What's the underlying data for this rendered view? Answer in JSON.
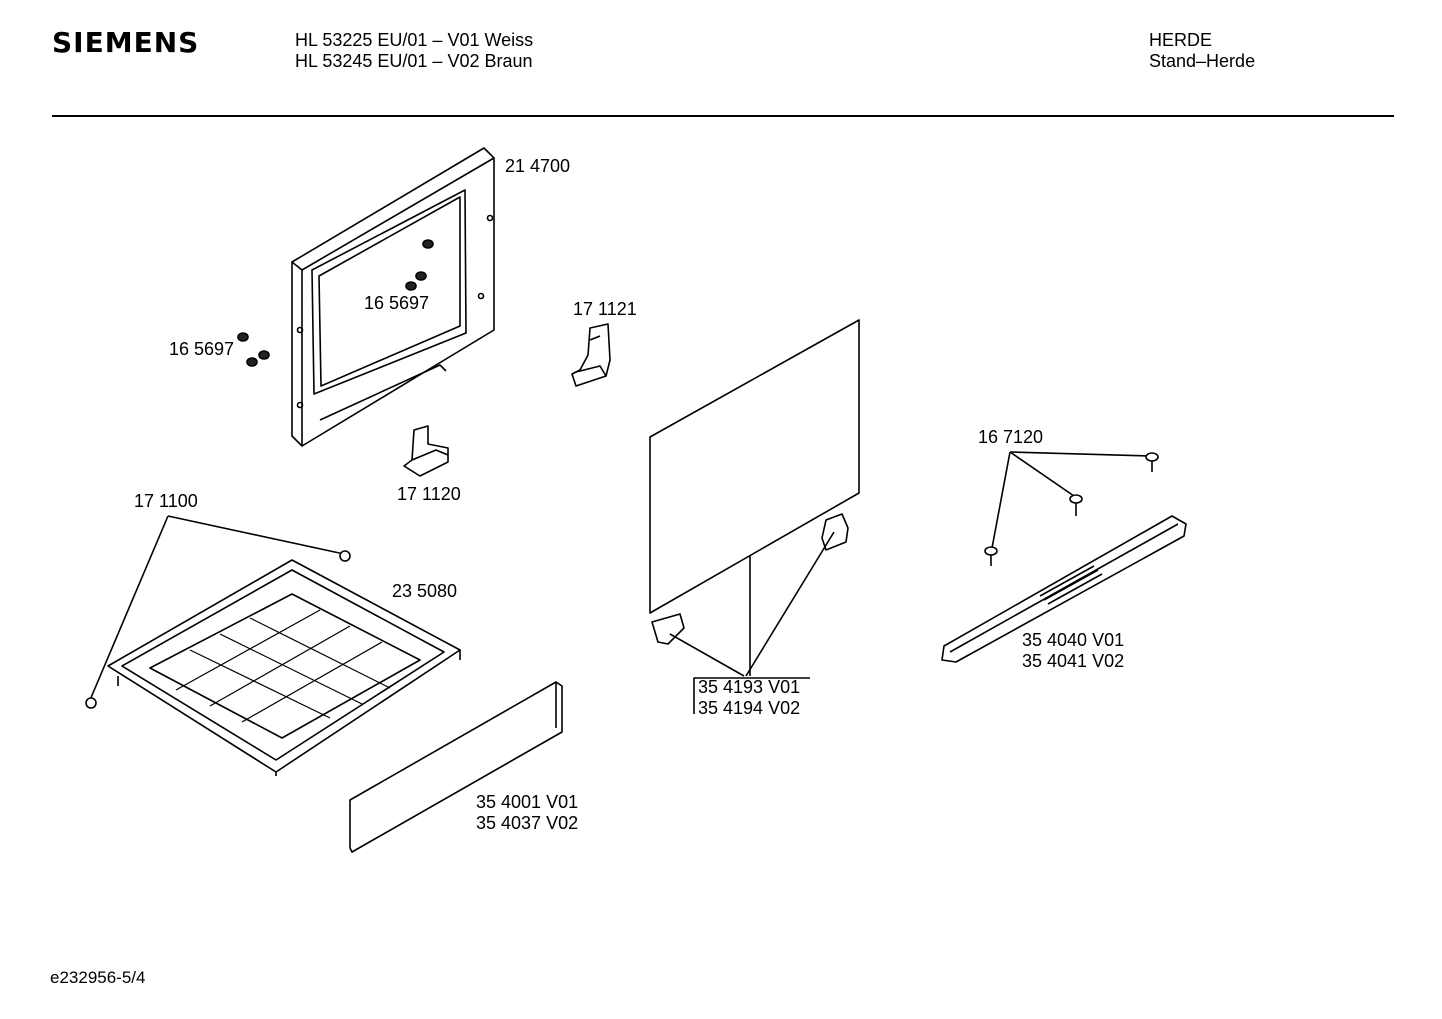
{
  "header": {
    "brand": "SIEMENS",
    "model_lines": [
      "HL 53225 EU/01 – V01 Weiss",
      "HL 53245 EU/01 – V02 Braun"
    ],
    "category_lines": [
      "HERDE",
      "Stand–Herde"
    ]
  },
  "parts": {
    "frame": "21 4700",
    "screws_inner": "16 5697",
    "screws_left": "16 5697",
    "clip_upper": "17 1121",
    "clip_lower": "17 1120",
    "nut_tray": "17 1100",
    "tray": "23 5080",
    "panel_v01": "35 4001 V01",
    "panel_v02": "35 4037 V02",
    "glass_v01": "35 4193 V01",
    "glass_v02": "35 4194 V02",
    "handle_screws": "16 7120",
    "handle_v01": "35 4040 V01",
    "handle_v02": "35 4041 V02"
  },
  "footer": {
    "doc_code": "e232956-5/4"
  }
}
